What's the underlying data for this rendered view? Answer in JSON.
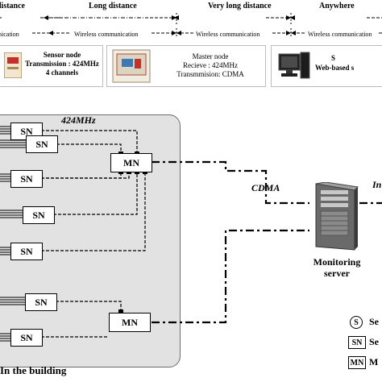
{
  "distances": {
    "d1": "distance",
    "d2": "Long distance",
    "d3": "Very long distance",
    "d4": "Anywhere"
  },
  "communications": {
    "c1": "nication",
    "c2": "Wireless communication",
    "c3": "Wireless communication",
    "c4": "Wireless communication"
  },
  "cards": {
    "sensor": {
      "line1": "Sensor node",
      "line2": "Transmission : 424MHz",
      "line3": "4 channels"
    },
    "master": {
      "line1": "Master node",
      "line2": "Recieve : 424MHz",
      "line3": "Transmmision: CDMA"
    },
    "web": {
      "line1": "S",
      "line2": "Web-based s"
    }
  },
  "diagram": {
    "freq_label": "424MHz",
    "building_label": "In the building",
    "sensor_label": "SN",
    "master_label": "MN",
    "cdma_label": "CDMA",
    "internet_label": "In",
    "server_label_1": "Monitoring",
    "server_label_2": "server"
  },
  "legend": [
    {
      "key": "S",
      "text": "Se"
    },
    {
      "key": "SN",
      "text": "Se"
    },
    {
      "key": "MN",
      "text": "M"
    }
  ],
  "colors": {
    "building_bg": "#e2e2e2",
    "card_border": "#bdbdbd",
    "line": "#000000"
  }
}
